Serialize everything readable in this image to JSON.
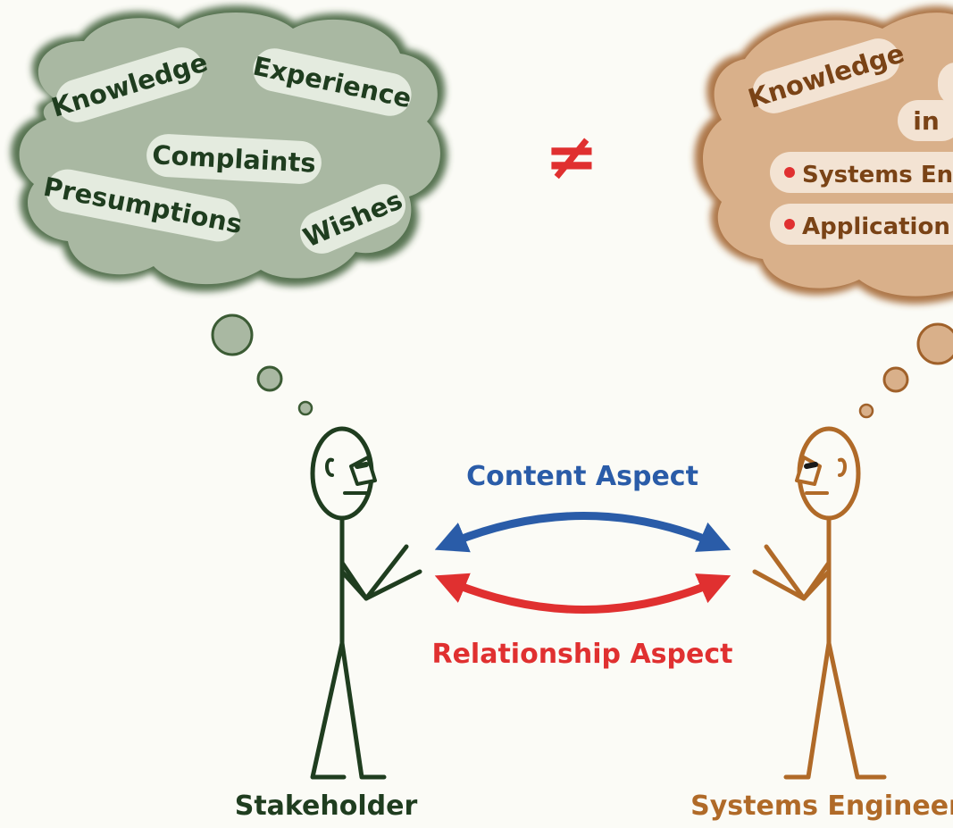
{
  "stakeholder_thought": {
    "words": [
      "Knowledge",
      "Experience",
      "Complaints",
      "Presumptions",
      "Wishes"
    ]
  },
  "engineer_thought": {
    "word": "Knowledge",
    "preposition": "in",
    "bullets": [
      "Systems En",
      "Application"
    ]
  },
  "not_equal_symbol": "≠",
  "aspects": {
    "content": "Content Aspect",
    "relationship": "Relationship Aspect"
  },
  "people": {
    "stakeholder": "Stakeholder",
    "engineer": "Systems Engineer"
  },
  "colors": {
    "stakeholder": "#1f3d1f",
    "stakeholder_cloud": "#a9b8a2",
    "stakeholder_cloud_edge": "#3b5b34",
    "engineer": "#b06a28",
    "engineer_cloud": "#d9b08a",
    "content_arrow": "#2a5ca8",
    "relationship_arrow": "#e03030",
    "bullet": "#e03030"
  }
}
